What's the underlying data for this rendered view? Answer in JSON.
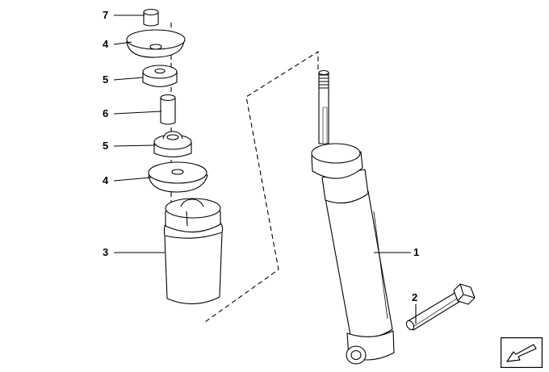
{
  "callouts": {
    "c7": "7",
    "c4_top": "4",
    "c5_top": "5",
    "c6": "6",
    "c5_bottom": "5",
    "c4_bottom": "4",
    "c3": "3",
    "c1": "1",
    "c2": "2"
  },
  "colors": {
    "line": "#000000",
    "part_fill": "#ffffff",
    "background": "#ffffff"
  },
  "icons": {
    "navigation": "arrow-down-left-icon"
  }
}
